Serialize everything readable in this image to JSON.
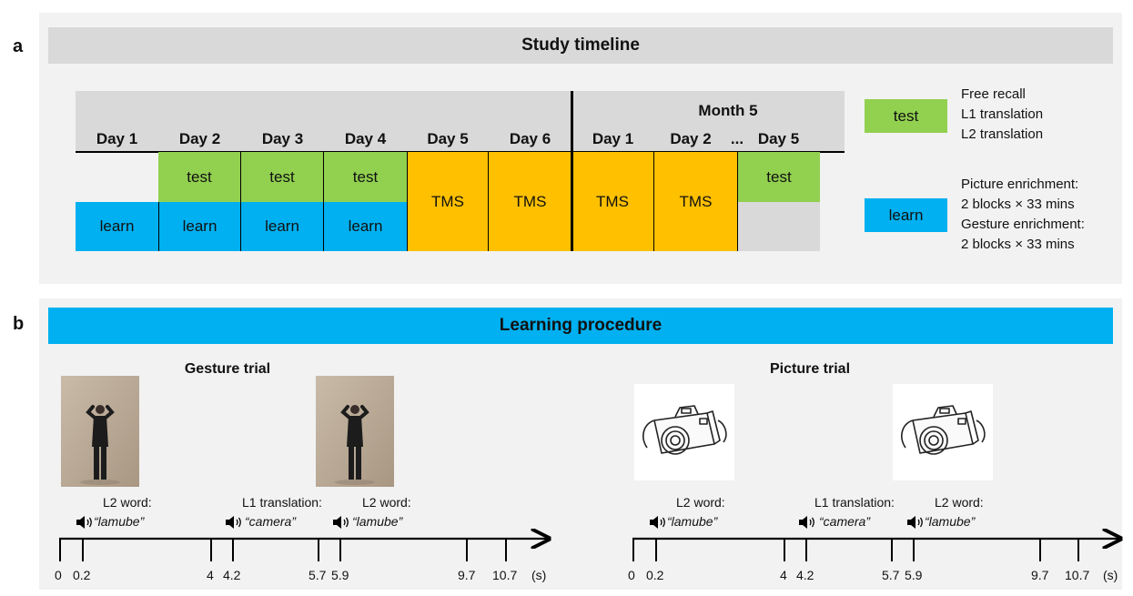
{
  "panel_a": {
    "letter": "a",
    "title": "Study timeline",
    "month_label": "Month 5",
    "days": [
      "Day 1",
      "Day 2",
      "Day 3",
      "Day 4",
      "Day 5",
      "Day 6",
      "Day 1",
      "Day 2",
      "...",
      "Day 5"
    ],
    "cells": {
      "test": "test",
      "learn": "learn",
      "tms": "TMS"
    },
    "legend": {
      "test_box": "test",
      "test_lines": [
        "Free recall",
        "L1 translation",
        "L2 translation"
      ],
      "learn_box": "learn",
      "learn_lines": [
        "Picture enrichment:",
        "2 blocks × 33 mins",
        "Gesture enrichment:",
        "2 blocks × 33 mins"
      ]
    },
    "colors": {
      "test": "#92d050",
      "learn": "#00b0f0",
      "tms": "#ffc000",
      "empty": "#d9d9d9"
    }
  },
  "panel_b": {
    "letter": "b",
    "title": "Learning procedure",
    "trials": [
      {
        "title": "Gesture trial",
        "stimulus": "gesture-photo",
        "events": [
          {
            "label": "L2 word:",
            "word": "“lamube”"
          },
          {
            "label": "L1 translation:",
            "word": "“camera”"
          },
          {
            "label": "L2 word:",
            "word": "“lamube”"
          }
        ],
        "ticks": [
          "0",
          "0.2",
          "4",
          "4.2",
          "5.7",
          "5.9",
          "9.7",
          "10.7"
        ],
        "unit": "(s)"
      },
      {
        "title": "Picture trial",
        "stimulus": "camera-drawing",
        "events": [
          {
            "label": "L2 word:",
            "word": "“lamube”"
          },
          {
            "label": "L1 translation:",
            "word": "“camera”"
          },
          {
            "label": "L2 word:",
            "word": "“lamube”"
          }
        ],
        "ticks": [
          "0",
          "0.2",
          "4",
          "4.2",
          "5.7",
          "5.9",
          "9.7",
          "10.7"
        ],
        "unit": "(s)"
      }
    ]
  }
}
